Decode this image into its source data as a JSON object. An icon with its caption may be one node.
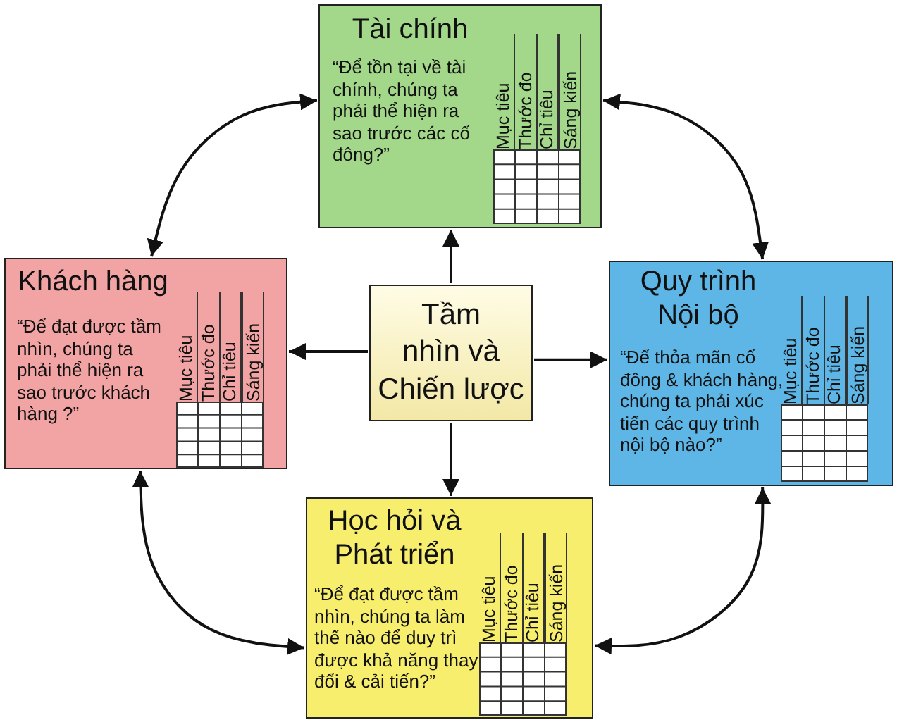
{
  "diagram": {
    "nodes": [
      {
        "text": [
          "Tài chính",
          "“Để tồn tại về tài chính, chúng ta phải thể hiện ra sao trước các cổ đông?”",
          "Mục tiêu",
          "Thước đo",
          "Chỉ tiêu",
          "Sáng kiến"
        ]
      },
      {
        "text": [
          "Khách hàng",
          "“Để đạt được tầm nhìn, chúng ta phải thể hiện ra sao trước khách hàng ?”",
          "Mục tiêu",
          "Thước đo",
          "Chỉ tiêu",
          "Sáng kiến"
        ]
      },
      {
        "text": [
          "Tầm nhìn và Chiến lược"
        ]
      },
      {
        "text": [
          "Quy trình Nội bộ",
          "“Để thỏa mãn cổ đông & khách hàng, chúng ta phải xúc tiến các quy trình nội bộ nào?”",
          "Mục tiêu",
          "Thước đo",
          "Chỉ tiêu",
          "Sáng kiến"
        ]
      },
      {
        "text": [
          "Học hỏi và Phát triển",
          "“Để đạt được tầm nhìn, chúng ta làm thế nào để duy trì được khả năng thay đổi & cải tiến?”",
          "Mục tiêu",
          "Thước đo",
          "Chỉ tiêu",
          "Sáng kiến"
        ]
      }
    ],
    "edges": [
      {
        "from": 2,
        "to": 0,
        "arrow": "to"
      },
      {
        "from": 2,
        "to": 1,
        "arrow": "to"
      },
      {
        "from": 2,
        "to": 3,
        "arrow": "to"
      },
      {
        "from": 2,
        "to": 4,
        "arrow": "to"
      },
      {
        "from": 0,
        "to": 1,
        "arrow": "both"
      },
      {
        "from": 0,
        "to": 3,
        "arrow": "both"
      },
      {
        "from": 1,
        "to": 4,
        "arrow": "both"
      },
      {
        "from": 3,
        "to": 4,
        "arrow": "both"
      }
    ]
  }
}
